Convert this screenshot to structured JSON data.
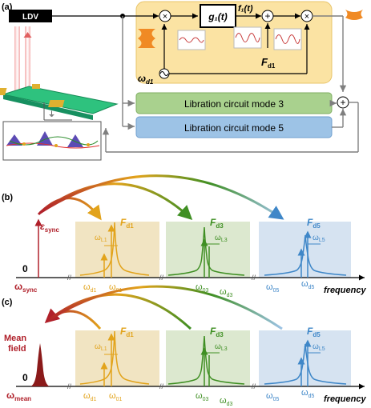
{
  "panel_a": {
    "label": "(a)",
    "ldv": "LDV",
    "g1": "g₁(t)",
    "f1": "f₁(t)",
    "fd1": "F",
    "fd1_sub": "d1",
    "omega_d1": "ω",
    "omega_d1_sub": "d1",
    "mode3": "Libration circuit mode 3",
    "mode5": "Libration circuit mode 5",
    "mult": "×",
    "plus": "+"
  },
  "panel_b": {
    "label": "(b)",
    "eps": "ε",
    "eps_sub": "sync",
    "zero": "0",
    "omega_sync": "ω",
    "omega_sync_sub": "sync",
    "f_d1": "F",
    "f_d1_sub": "d1",
    "f_d3": "F",
    "f_d3_sub": "d3",
    "f_d5": "F",
    "f_d5_sub": "d5",
    "wL1": "ω",
    "wL1_sub": "L1",
    "wL3": "ω",
    "wL3_sub": "L3",
    "wL5": "ω",
    "wL5_sub": "L5",
    "wd1": "ω",
    "wd1_sub": "d1",
    "w01": "ω",
    "w01_sub": "01",
    "w03": "ω",
    "w03_sub": "03",
    "wd3": "ω",
    "wd3_sub": "d3",
    "w05": "ω",
    "w05_sub": "05",
    "wd5": "ω",
    "wd5_sub": "d5",
    "frequency": "frequency"
  },
  "panel_c": {
    "label": "(c)",
    "mean1": "Mean",
    "mean2": "field",
    "zero": "0",
    "omega_mean": "ω",
    "omega_mean_sub": "mean",
    "frequency": "frequency"
  },
  "colors": {
    "orange": "#e2a31b",
    "green": "#3f8f23",
    "blue": "#3f87c8",
    "red": "#b0202a",
    "yellow_box": "#fbe3a3",
    "green_box": "#a9d18e",
    "blue_box": "#9dc3e6"
  }
}
